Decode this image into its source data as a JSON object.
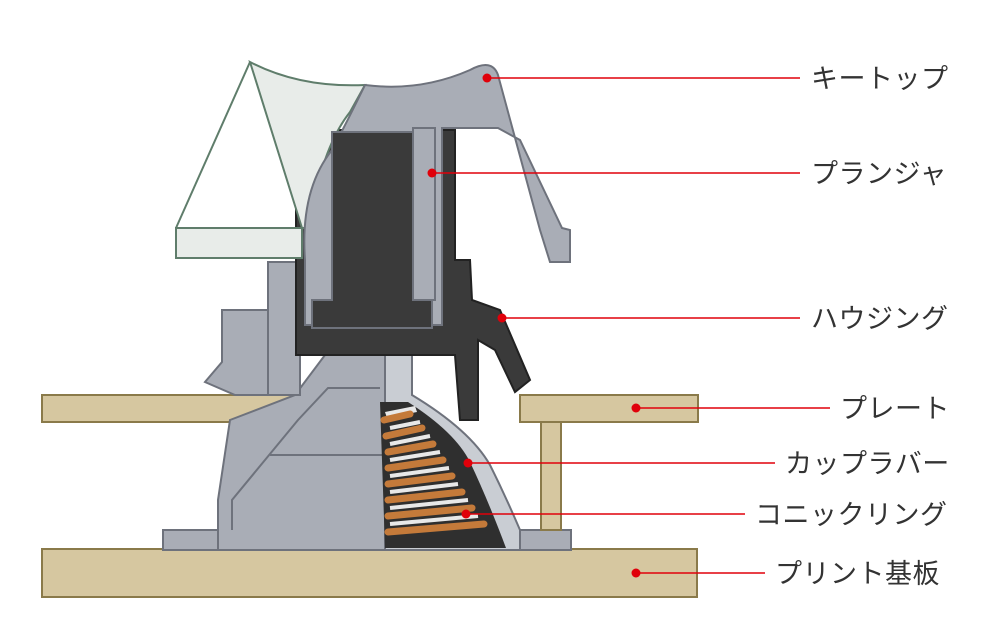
{
  "diagram": {
    "labels": {
      "keytop": "キートップ",
      "plunger": "プランジャ",
      "housing": "ハウジング",
      "plate": "プレート",
      "cup_rubber": "カップラバー",
      "conic_spring": "コニックリング",
      "pcb": "プリント基板"
    },
    "colors": {
      "board_fill": "#d6c7a0",
      "board_stroke": "#8a7a4a",
      "housing_fill": "#a9adb6",
      "housing_stroke": "#6e727c",
      "plunger_fill": "#3a3a3a",
      "keytop_light": "#e8ece9",
      "keytop_stroke": "#5f7d6b",
      "rubber_fill": "#c9cdd3",
      "spring_fill": "#c47a3a",
      "leader_line": "#e0000a",
      "label_text": "#333333"
    }
  }
}
